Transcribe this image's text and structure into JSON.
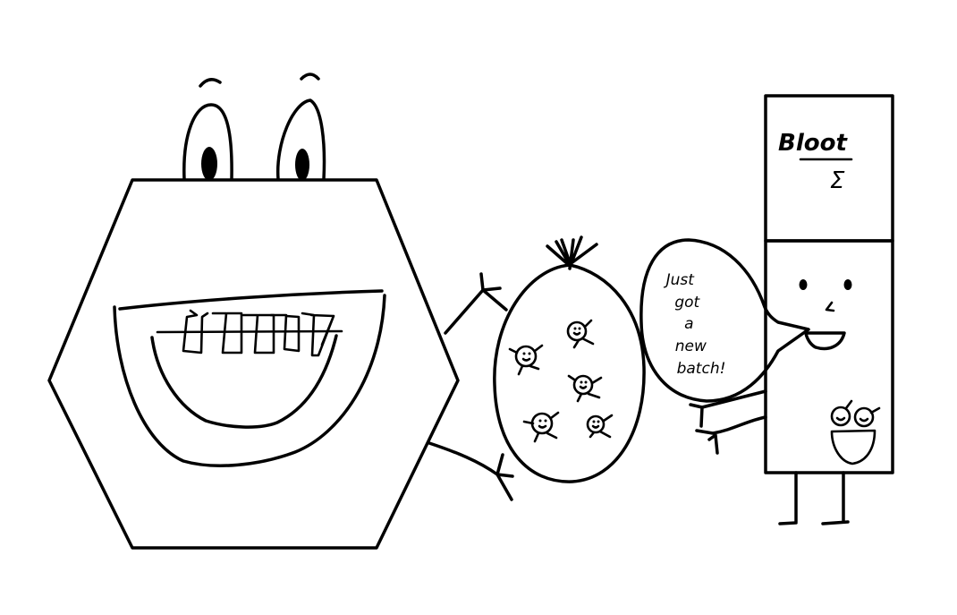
{
  "scene": {
    "type": "hand-drawn comic illustration",
    "background": "#ffffff",
    "ink_color": "#000000"
  },
  "characters": {
    "hexagon_monster": {
      "label": "Hexagon monster with big grin and teeth",
      "eyes": 2,
      "teeth": 6
    },
    "egg_sack": {
      "label": "Egg-shaped sack of tiny creatures",
      "creature_count": 5
    },
    "box_character": {
      "label": "Tall rectangle character",
      "sign_text": "Bloot",
      "sign_symbol": "Σ",
      "pocket_creatures": 2
    }
  },
  "speech_bubble": {
    "lines": [
      "Just",
      "got",
      "a",
      "new",
      "batch!"
    ]
  }
}
